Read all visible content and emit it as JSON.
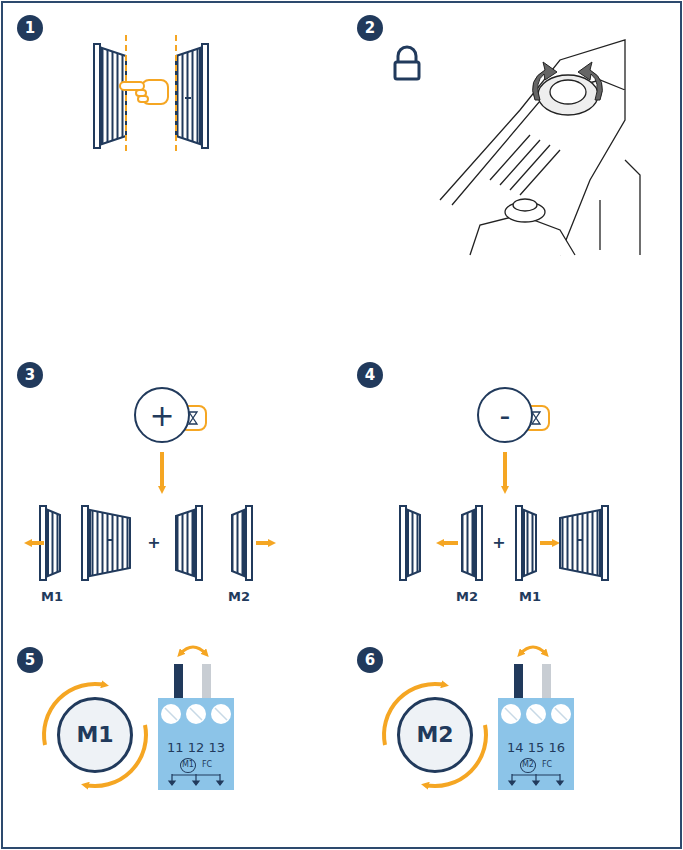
{
  "diagram": {
    "nodes": [
      {
        "text": [
          "+"
        ]
      },
      {
        "text": [
          "-"
        ]
      },
      {
        "text": [
          "M1"
        ]
      },
      {
        "text": [
          "11 12 13",
          "M1",
          "FC"
        ]
      },
      {
        "text": [
          "M2"
        ]
      },
      {
        "text": [
          "14 15 16",
          "M2",
          "FC"
        ]
      }
    ],
    "labels": [
      "1",
      "2",
      "3",
      "4",
      "5",
      "6",
      "M1",
      "+",
      "M2",
      "M2",
      "+",
      "M1"
    ]
  }
}
